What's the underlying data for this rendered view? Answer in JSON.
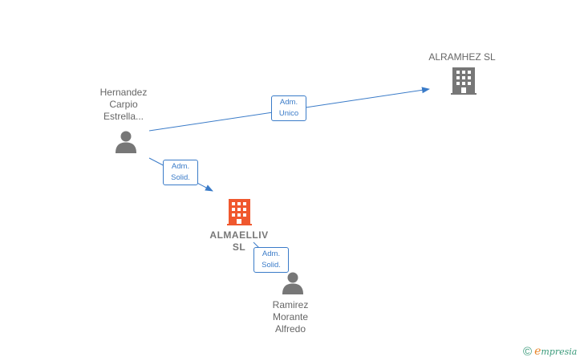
{
  "colors": {
    "edge": "#3a7bc8",
    "person_icon": "#777777",
    "company_icon": "#777777",
    "main_company_icon": "#f0582e",
    "brand": "#3a9a7a",
    "brand_accent": "#e8862a"
  },
  "nodes": {
    "hernandez": {
      "label": "Hernandez\nCarpio\nEstrella...",
      "icon": "person-icon"
    },
    "alramhez": {
      "label": "ALRAMHEZ  SL",
      "icon": "building-icon"
    },
    "almaelliv": {
      "label": "ALMAELLIV\nSL",
      "icon": "building-icon"
    },
    "ramirez": {
      "label": "Ramirez\nMorante\nAlfredo",
      "icon": "person-icon"
    }
  },
  "edges": {
    "e1": {
      "label": "Adm.\nUnico"
    },
    "e2": {
      "label": "Adm.\nSolid."
    },
    "e3": {
      "label": "Adm.\nSolid."
    }
  },
  "brand": {
    "copyright": "©",
    "e": "e",
    "name": "mpresia"
  }
}
